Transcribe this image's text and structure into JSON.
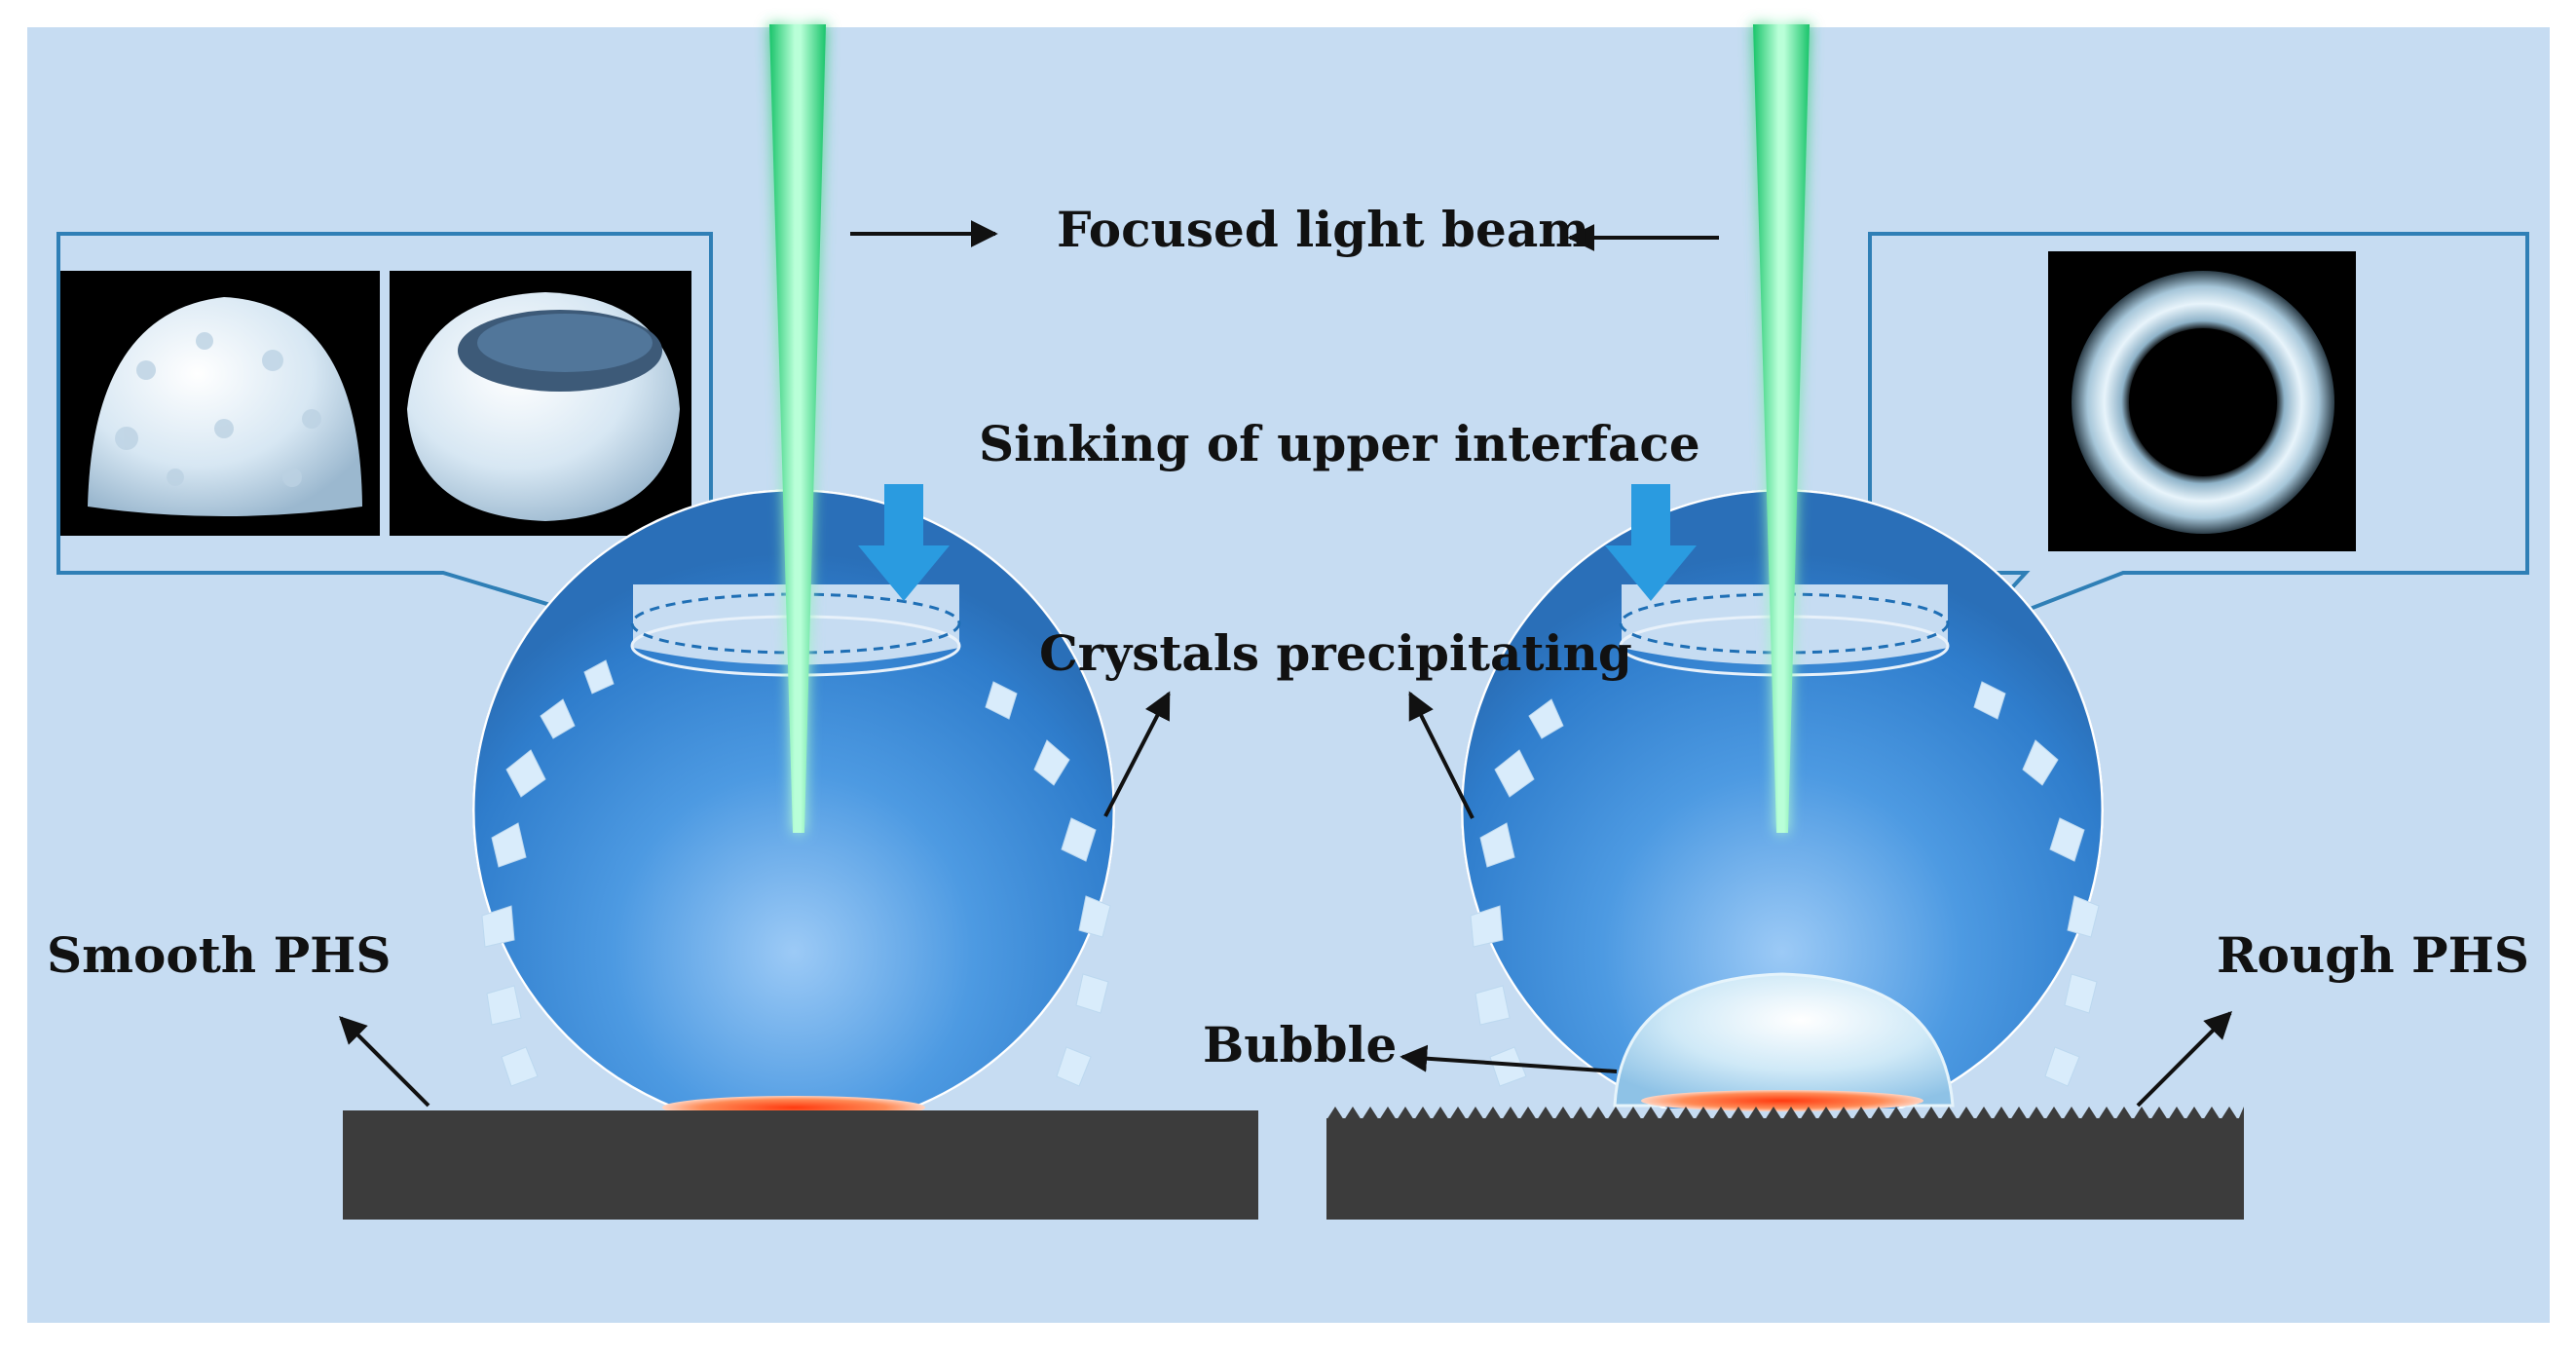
{
  "labels": {
    "focused_light_beam": "Focused light beam",
    "sinking_upper_interface": "Sinking of upper interface",
    "crystals_precipitating": "Crystals precipitating",
    "smooth_phs": "Smooth PHS",
    "rough_phs": "Rough PHS",
    "bubble": "Bubble"
  },
  "colors": {
    "background": "#c6dcf2",
    "beam": "#2fe88a",
    "droplet": "#3f8fdb",
    "substrate": "#3c3c3c",
    "callout_border": "#2f7fb6",
    "arrow": "#2a9be0",
    "heat_spot": "#ff4a1a"
  },
  "icons": {
    "down_arrow_left": "thick-down-arrow-icon",
    "down_arrow_right": "thick-down-arrow-icon"
  }
}
